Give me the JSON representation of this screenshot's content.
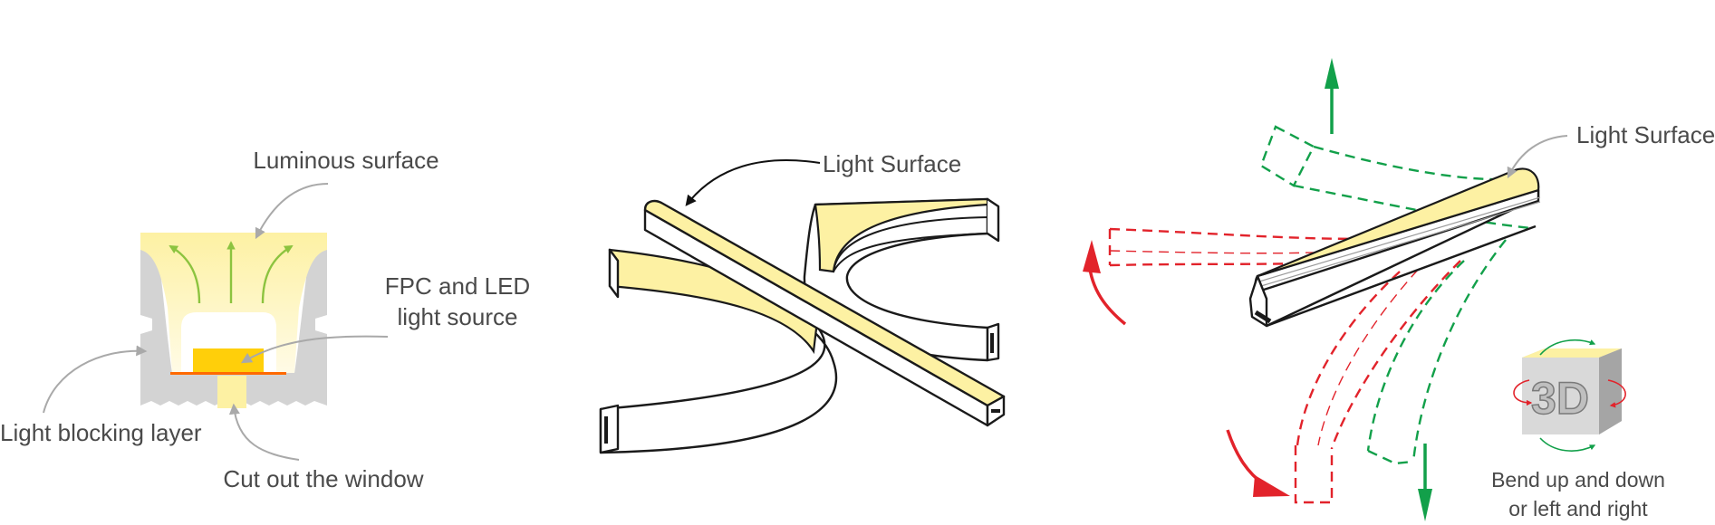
{
  "cross_section": {
    "luminous_surface_label": "Luminous surface",
    "fpc_led_label_line1": "FPC and LED",
    "fpc_led_label_line2": "light source",
    "light_blocking_label": "Light blocking layer",
    "cut_window_label": "Cut out the window"
  },
  "cross_strips": {
    "light_surface_label": "Light Surface"
  },
  "bend_view": {
    "light_surface_label": "Light Surface",
    "badge_text": "3D",
    "caption_line1": "Bend up and down",
    "caption_line2": "or left and right"
  },
  "colors": {
    "light_yellow": "#fdf1a3",
    "led_chip": "#ffcf0a",
    "housing_gray": "#d3d3d3",
    "arrow_green": "#8cc33f",
    "bend_green": "#12a04a",
    "bend_red": "#e2232b",
    "pointer_gray": "#a9a9a9"
  }
}
